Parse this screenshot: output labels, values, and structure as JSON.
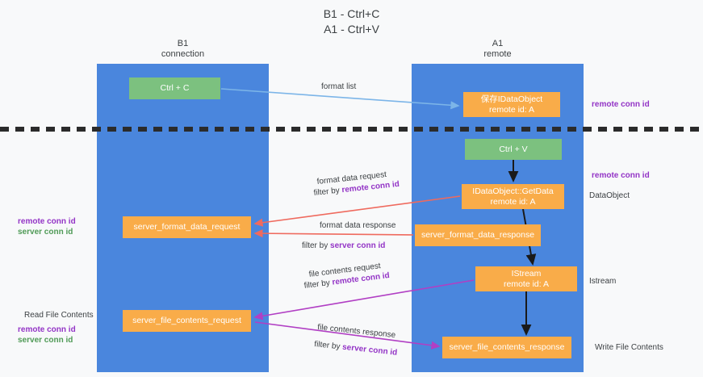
{
  "title": {
    "line1": "B1 - Ctrl+C",
    "line2": "A1 - Ctrl+V"
  },
  "columns": [
    {
      "id": "b1",
      "name": "B1",
      "sub": "connection"
    },
    {
      "id": "a1",
      "name": "A1",
      "sub": "remote"
    }
  ],
  "boxes": {
    "ctrl_c": "Ctrl + C",
    "ctrl_v": "Ctrl + V",
    "save_idataobject_line1": "保存IDataObject",
    "save_idataobject_line2": "remote id: A",
    "getdata_line1": "IDataObject::GetData",
    "getdata_line2": "remote id: A",
    "server_format_data_request": "server_format_data_request",
    "server_format_data_response": "server_format_data_response",
    "istream_line1": "IStream",
    "istream_line2": "remote id: A",
    "server_file_contents_request": "server_file_contents_request",
    "server_file_contents_response": "server_file_contents_response"
  },
  "edge_labels": {
    "format_list": "format list",
    "format_data_request": "format data request",
    "format_data_request_filter_prefix": "filter by ",
    "format_data_request_filter_value": "remote conn id",
    "format_data_response": "format data response",
    "format_data_response_filter_prefix": "filter by ",
    "format_data_response_filter_value": "server conn id",
    "file_contents_request": "file contents request",
    "file_contents_request_filter_prefix": "filter by ",
    "file_contents_request_filter_value": "remote conn id",
    "file_contents_response": "file contents response",
    "file_contents_response_filter_prefix": "filter by ",
    "file_contents_response_filter_value": "server conn id"
  },
  "side_labels": {
    "right_remote_conn_id_top": "remote conn id",
    "right_remote_conn_id_mid": "remote conn id",
    "right_dataobject": "DataObject",
    "right_istream": "Istream",
    "right_write_file_contents": "Write File Contents",
    "left_remote_conn_id_mid": "remote conn id",
    "left_server_conn_id_mid": "server conn id",
    "left_read_file_contents": "Read File Contents",
    "left_remote_conn_id_bot": "remote conn id",
    "left_server_conn_id_bot": "server conn id"
  },
  "colors": {
    "column": "#4a86dd",
    "green_box": "#7cc17f",
    "orange_box": "#f9ac49",
    "purple": "#9334c6",
    "green_text": "#4f9a56",
    "arrow_blue": "#7cb5e8",
    "arrow_red": "#ef6a5e",
    "arrow_purple": "#b13fc4",
    "arrow_black": "#1a1a1a",
    "background": "#f8f9fa"
  }
}
